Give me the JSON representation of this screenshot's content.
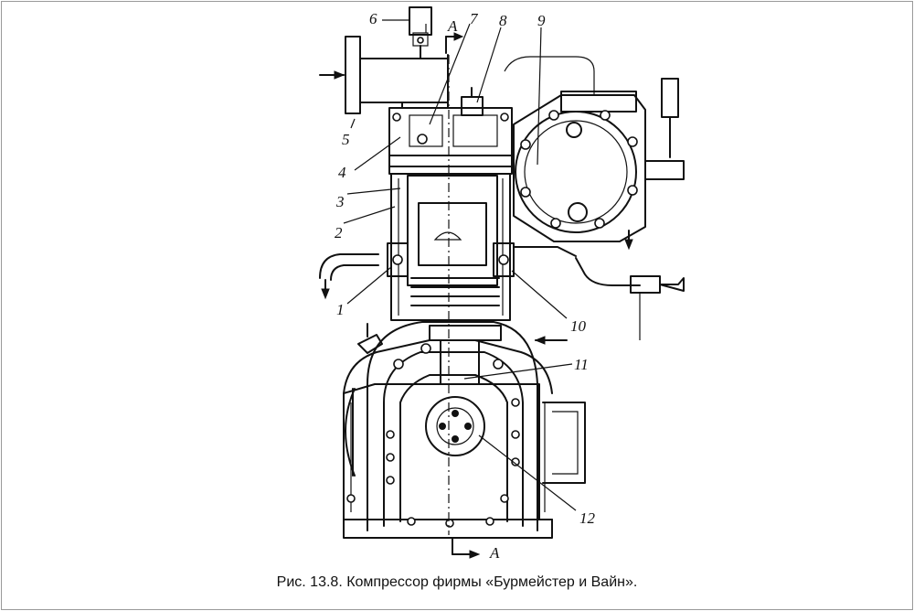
{
  "caption": "Рис. 13.8. Компрессор фирмы «Бурмейстер и Вайн».",
  "section_marker": "A",
  "callouts": [
    "1",
    "2",
    "3",
    "4",
    "5",
    "6",
    "7",
    "8",
    "9",
    "10",
    "11",
    "12"
  ]
}
